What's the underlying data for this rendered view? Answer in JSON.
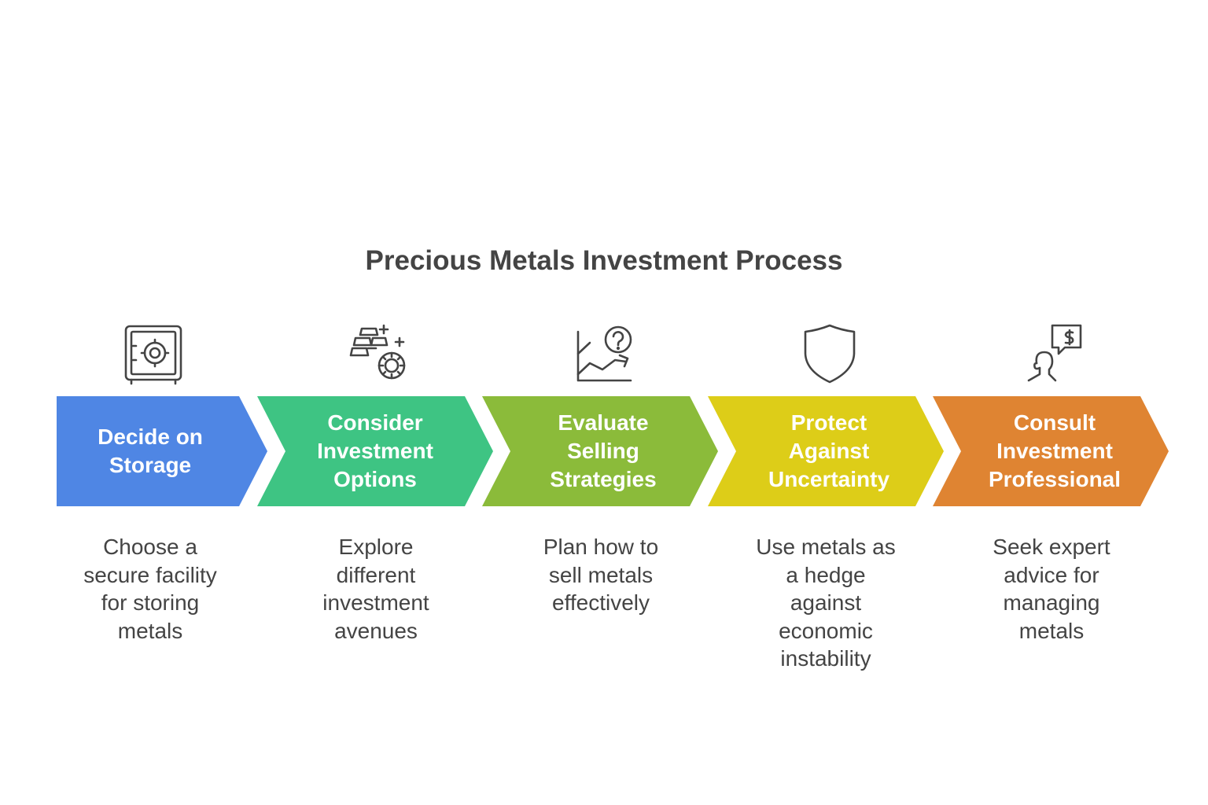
{
  "title": "Precious Metals Investment Process",
  "steps": [
    {
      "label_lines": [
        "Decide on",
        "Storage"
      ],
      "description_lines": [
        "Choose a",
        "secure facility",
        "for storing",
        "metals"
      ],
      "color": "#4F86E4",
      "icon": "safe-icon"
    },
    {
      "label_lines": [
        "Consider",
        "Investment",
        "Options"
      ],
      "description_lines": [
        "Explore",
        "different",
        "investment",
        "avenues"
      ],
      "color": "#3EC483",
      "icon": "gold-bars-icon"
    },
    {
      "label_lines": [
        "Evaluate",
        "Selling",
        "Strategies"
      ],
      "description_lines": [
        "Plan how to",
        "sell metals",
        "effectively"
      ],
      "color": "#8BBB3A",
      "icon": "chart-question-icon"
    },
    {
      "label_lines": [
        "Protect",
        "Against",
        "Uncertainty"
      ],
      "description_lines": [
        "Use metals as",
        "a hedge",
        "against",
        "economic",
        "instability"
      ],
      "color": "#DDCD18",
      "icon": "shield-icon"
    },
    {
      "label_lines": [
        "Consult",
        "Investment",
        "Professional"
      ],
      "description_lines": [
        "Seek expert",
        "advice for",
        "managing",
        "metals"
      ],
      "color": "#DF8432",
      "icon": "advisor-icon"
    }
  ]
}
